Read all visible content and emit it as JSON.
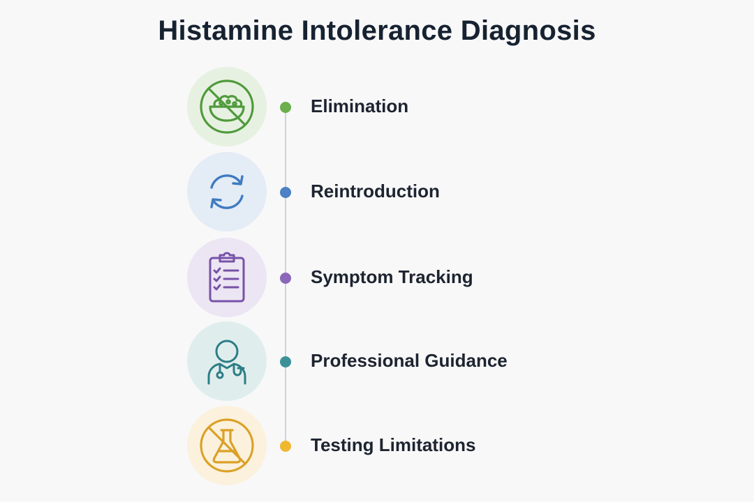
{
  "title": "Histamine Intolerance Diagnosis",
  "steps": [
    {
      "label": "Elimination",
      "icon": "no-food-bowl-icon",
      "color": "#4f9a3b",
      "bg": "#e7f1e1",
      "dot": "#6aaf4c"
    },
    {
      "label": "Reintroduction",
      "icon": "refresh-arrows-icon",
      "color": "#3f7bc0",
      "bg": "#e4ecf6",
      "dot": "#4d80c4"
    },
    {
      "label": "Symptom Tracking",
      "icon": "clipboard-checklist-icon",
      "color": "#7752a8",
      "bg": "#ece5f3",
      "dot": "#8a67b8"
    },
    {
      "label": "Professional Guidance",
      "icon": "doctor-stethoscope-icon",
      "color": "#2d7d86",
      "bg": "#dfeeed",
      "dot": "#3c9198"
    },
    {
      "label": "Testing Limitations",
      "icon": "no-lab-flask-icon",
      "color": "#dba126",
      "bg": "#fbf1dd",
      "dot": "#f0b731"
    }
  ]
}
